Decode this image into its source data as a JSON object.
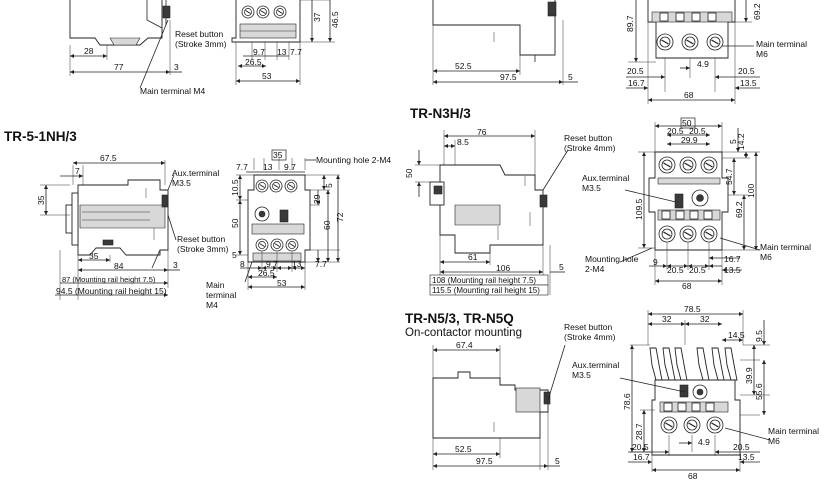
{
  "sections": {
    "tr5": {
      "title": "TR-5-1NH/3",
      "side_dims": {
        "d67_5": "67.5",
        "d7": "7",
        "d35v": "35",
        "d35": "35",
        "d84": "84",
        "d3": "3",
        "d87": "87 (Mounting rail height 7.5)",
        "d94_5": "94.5 (Mounting rail height 15)"
      },
      "front_dims": {
        "d35top": "35",
        "d7_7": "7.7",
        "d13": "13",
        "d9_7": "9.7",
        "d10_5": "10.5",
        "d29": "29",
        "d5": "5",
        "d50": "50",
        "d60": "60",
        "d72": "72",
        "d5b": "5",
        "d8": "8",
        "d9_7b": "9.7",
        "d13b": "13",
        "d7_7b": "7.7",
        "d26_5": "26.5",
        "d53": "53"
      },
      "labels": {
        "aux": "Aux.terminal\nM3.5",
        "mount": "Mounting hole 2-M4",
        "reset": "Reset button\n(Stroke 3mm)",
        "main": "Main\nterminal\nM4"
      }
    },
    "top_left": {
      "dims": {
        "d28": "28",
        "d77": "77",
        "d3": "3",
        "d9_7": "9.7",
        "d13": "13",
        "d7_7": "7.7",
        "d26_5": "26.5",
        "d53": "53",
        "d37": "37",
        "d46_5": "46.5"
      },
      "labels": {
        "reset": "Reset button\n(Stroke 3mm)",
        "main": "Main terminal M4"
      }
    },
    "top_right": {
      "dims": {
        "d52_5": "52.5",
        "d97_5": "97.5",
        "d5": "5",
        "d89_7": "89.7",
        "d69_2": "69.2",
        "d4_9": "4.9",
        "d20_5a": "20.5",
        "d20_5b": "20.5",
        "d16_7": "16.7",
        "d13_5": "13.5",
        "d68": "68"
      },
      "labels": {
        "main": "Main terminal\nM6"
      }
    },
    "trn3": {
      "title": "TR-N3H/3",
      "dims": {
        "d76": "76",
        "d8_5": "8.5",
        "d50": "50",
        "d61": "61",
        "d106": "106",
        "d5": "5",
        "d108": "108 (Mounting rail height 7.5)",
        "d115_5": "115.5 (Mounting rail height 15)",
        "d50top": "50",
        "d20_5a": "20.5",
        "d20_5b": "20.5",
        "d29_9": "29.9",
        "d5v": "5",
        "d14_2": "14.2",
        "d54_7": "54.7",
        "d100": "100",
        "d109_5": "109.5",
        "d69_2": "69.2",
        "d9": "9",
        "d20_5c": "20.5",
        "d20_5d": "20.5",
        "d16_7": "16.7",
        "d13_5": "13.5",
        "d68": "68"
      },
      "labels": {
        "reset": "Reset button\n(Stroke 4mm)",
        "aux": "Aux.terminal\nM3.5",
        "mount": "Mounting hole\n2-M4",
        "main": "Main terminal\nM6"
      }
    },
    "trn5": {
      "title": "TR-N5/3, TR-N5Q",
      "subtitle": "On-contactor mounting",
      "dims": {
        "d67_4": "67.4",
        "d52_5": "52.5",
        "d97_5": "97.5",
        "d5": "5",
        "d78_5": "78.5",
        "d32a": "32",
        "d32b": "32",
        "d14_5": "14.5",
        "d9_5": "9.5",
        "d39_9": "39.9",
        "d55_6": "55.6",
        "d78_6": "78.6",
        "d28_7": "28.7",
        "d4_9": "4.9",
        "d20_5a": "20.5",
        "d20_5b": "20.5",
        "d16_7": "16.7",
        "d13_5": "13.5",
        "d68": "68"
      },
      "labels": {
        "reset": "Reset button\n(Stroke 4mm)",
        "aux": "Aux.terminal\nM3.5",
        "main": "Main terminal\nM6"
      }
    }
  }
}
